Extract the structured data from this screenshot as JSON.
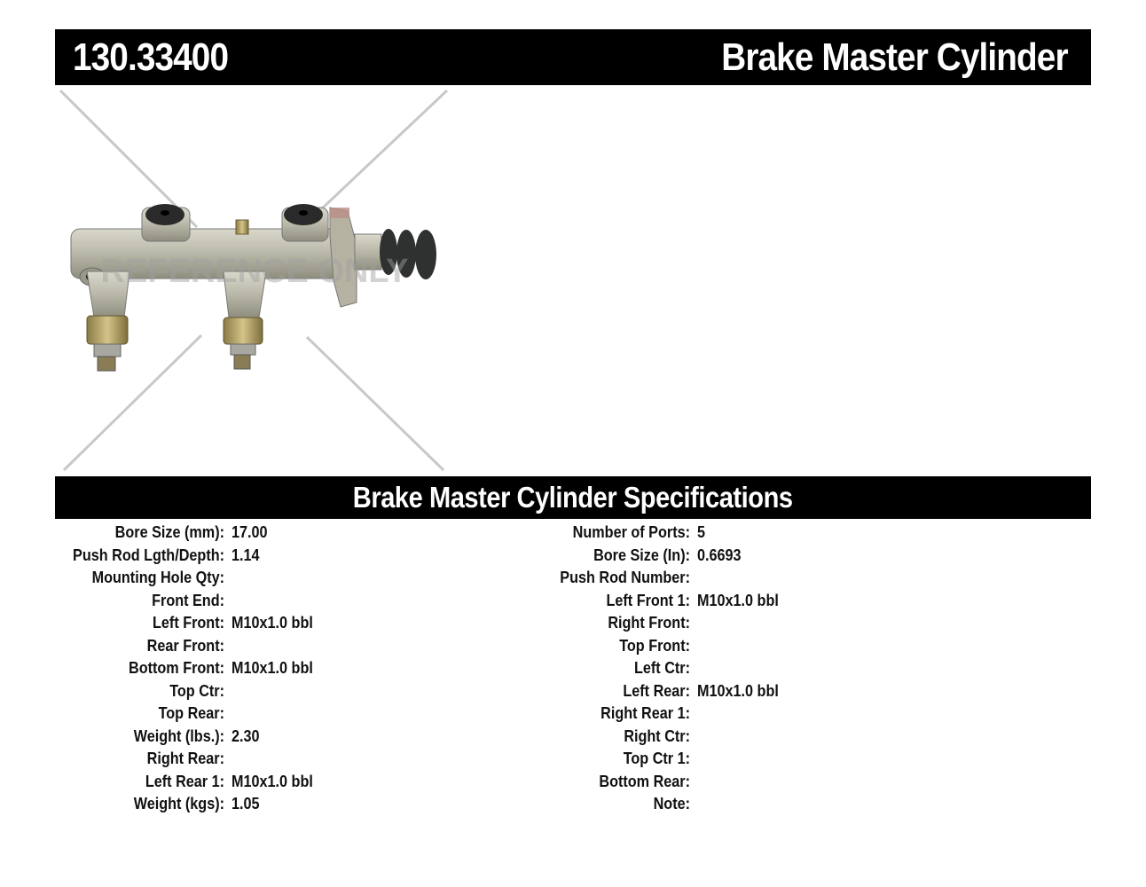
{
  "header": {
    "part_number": "130.33400",
    "part_name": "Brake Master Cylinder"
  },
  "image": {
    "subject": "brake master cylinder product photo",
    "watermark": "REFERENCE ONLY"
  },
  "specs": {
    "title": "Brake Master Cylinder Specifications",
    "left": [
      {
        "label": "Bore Size (mm):",
        "value": "17.00"
      },
      {
        "label": "Push Rod Lgth/Depth:",
        "value": "1.14"
      },
      {
        "label": "Mounting Hole Qty:",
        "value": ""
      },
      {
        "label": "Front End:",
        "value": ""
      },
      {
        "label": "Left Front:",
        "value": "M10x1.0 bbl"
      },
      {
        "label": "Rear Front:",
        "value": ""
      },
      {
        "label": "Bottom Front:",
        "value": "M10x1.0 bbl"
      },
      {
        "label": "Top Ctr:",
        "value": ""
      },
      {
        "label": "Top Rear:",
        "value": ""
      },
      {
        "label": "Weight (lbs.):",
        "value": "2.30"
      },
      {
        "label": "Right Rear:",
        "value": ""
      },
      {
        "label": "Left Rear 1:",
        "value": "M10x1.0 bbl"
      },
      {
        "label": "Weight (kgs):",
        "value": "1.05"
      }
    ],
    "right": [
      {
        "label": "Number of Ports:",
        "value": "5"
      },
      {
        "label": "Bore Size (In):",
        "value": "0.6693"
      },
      {
        "label": "Push Rod Number:",
        "value": ""
      },
      {
        "label": "Left Front 1:",
        "value": "M10x1.0 bbl"
      },
      {
        "label": "Right Front:",
        "value": ""
      },
      {
        "label": "Top Front:",
        "value": ""
      },
      {
        "label": "Left Ctr:",
        "value": ""
      },
      {
        "label": "Left Rear:",
        "value": "M10x1.0 bbl"
      },
      {
        "label": "Right Rear 1:",
        "value": ""
      },
      {
        "label": "Right Ctr:",
        "value": ""
      },
      {
        "label": "Top Ctr 1:",
        "value": ""
      },
      {
        "label": "Bottom Rear:",
        "value": ""
      },
      {
        "label": "Note:",
        "value": ""
      }
    ]
  },
  "colors": {
    "bar_background": "#000000",
    "bar_text": "#ffffff",
    "body_text": "#111111",
    "cross_lines": "#c8c8c8"
  }
}
